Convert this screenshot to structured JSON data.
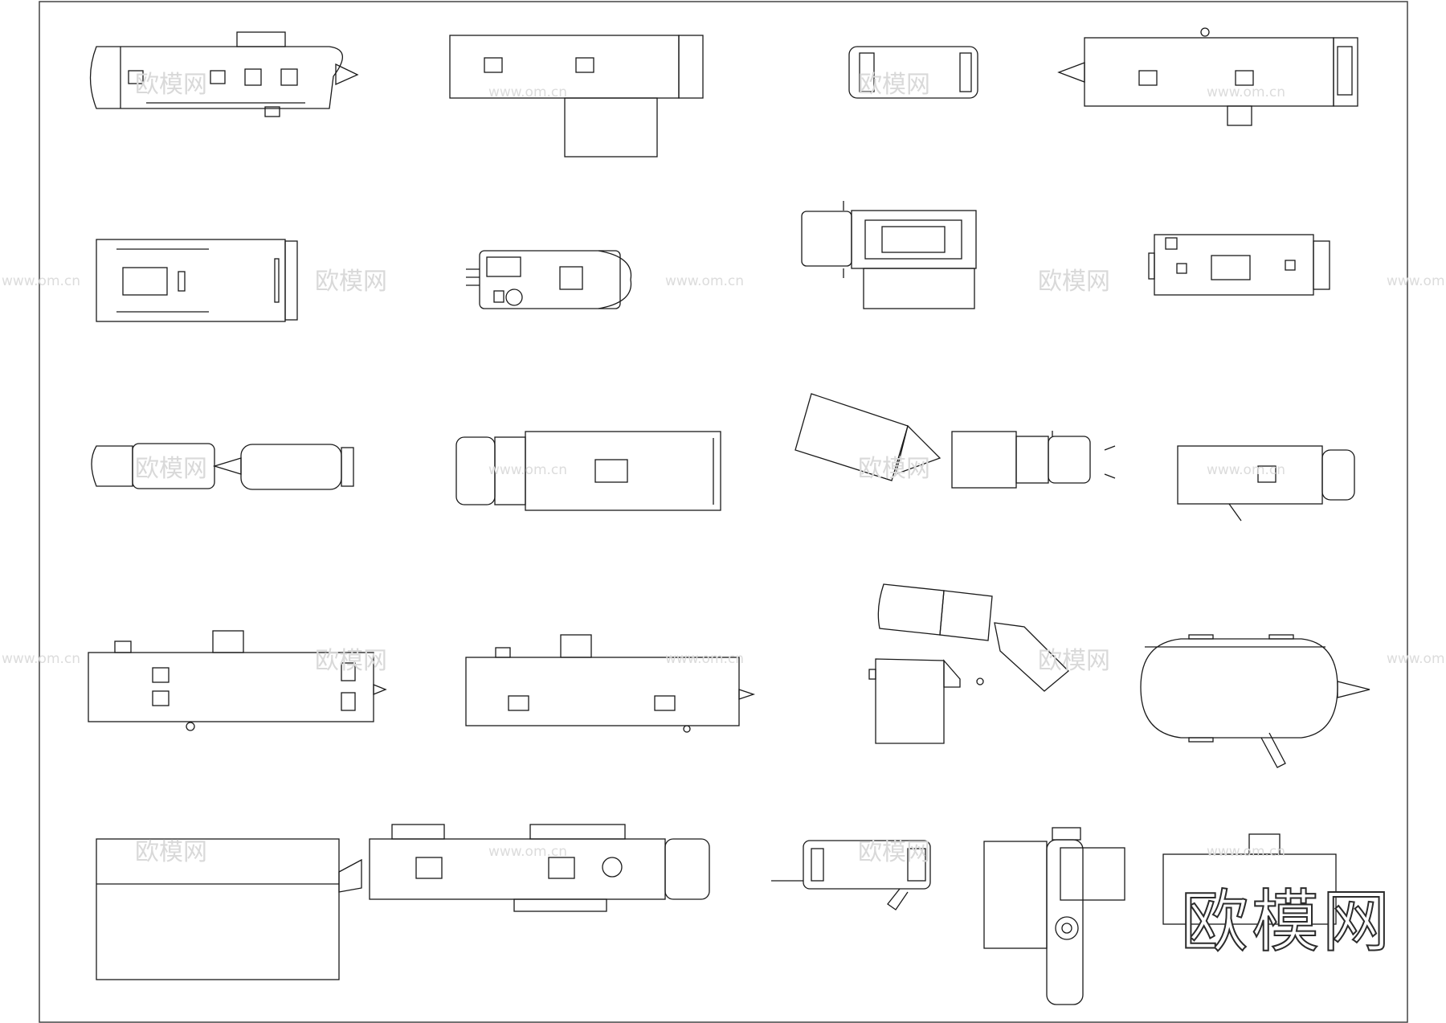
{
  "watermark": {
    "brand": "欧模网",
    "url": "www.om.cn"
  },
  "logo": {
    "text": "欧模网"
  },
  "colors": {
    "line": "#1a1a1a",
    "frame": "#444444",
    "watermark": "#d9d9d9"
  }
}
